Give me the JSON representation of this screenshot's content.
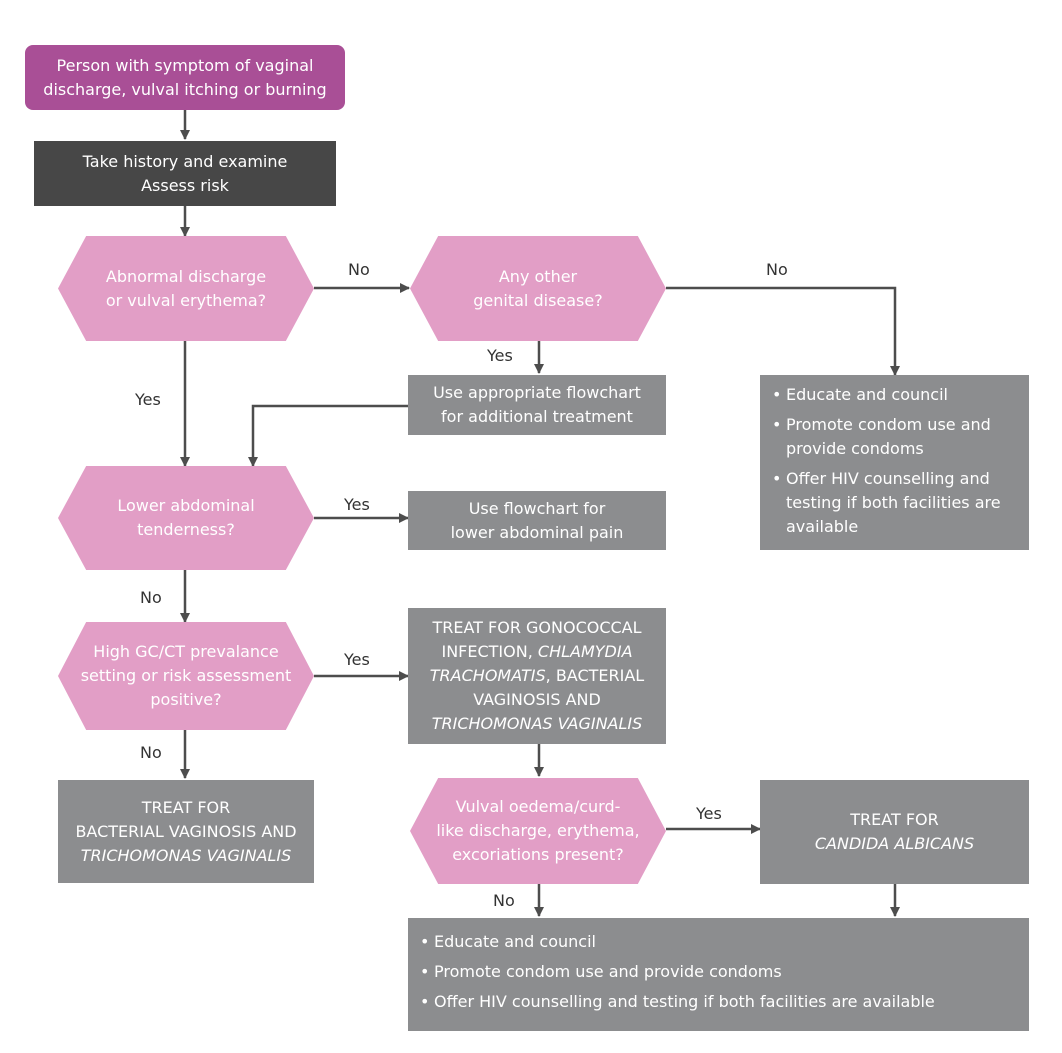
{
  "colors": {
    "start": "#a94f96",
    "dark": "#474747",
    "grey": "#8c8d8f",
    "decision": "#e29ec6",
    "arrow": "#4d4d4d"
  },
  "icons": {
    "arrowhead": "arrowhead-icon",
    "bullet": "bullet-icon"
  },
  "nodes": {
    "start": [
      "Person with symptom of vaginal",
      "discharge, vulval itching or burning"
    ],
    "history": [
      "Take history and examine",
      "Assess risk"
    ],
    "d_abnormal": [
      "Abnormal discharge",
      "or vulval erythema?"
    ],
    "d_other": [
      "Any other",
      "genital disease?"
    ],
    "use_appropriate": [
      "Use appropriate flowchart",
      "for additional treatment"
    ],
    "educate_right": [
      [
        "Educate and council"
      ],
      [
        "Promote condom use and",
        "provide condoms"
      ],
      [
        "Offer HIV counselling and",
        "testing if both facilities are",
        "available"
      ]
    ],
    "d_lower": [
      "Lower abdominal",
      "tenderness?"
    ],
    "use_lower": [
      "Use flowchart for",
      "lower abdominal pain"
    ],
    "d_high": [
      "High GC/CT prevalance",
      "setting or risk assessment",
      "positive?"
    ],
    "treat_gono": {
      "l1": "TREAT FOR GONOCOCCAL",
      "l2a": "INFECTION, ",
      "l2b": "CHLAMYDIA",
      "l3a": "TRACHOMATIS",
      "l3b": ", BACTERIAL",
      "l4": "VAGINOSIS AND",
      "l5": "TRICHOMONAS VAGINALIS"
    },
    "treat_bv": {
      "l1": "TREAT FOR",
      "l2": "BACTERIAL VAGINOSIS AND",
      "l3": "TRICHOMONAS VAGINALIS"
    },
    "d_vulval": [
      "Vulval oedema/curd-",
      "like discharge, erythema,",
      "excoriations present?"
    ],
    "treat_candida": {
      "l1": "TREAT FOR",
      "l2": "CANDIDA ALBICANS"
    },
    "educate_bottom": [
      "Educate and council",
      "Promote condom use and provide condoms",
      "Offer HIV counselling and testing if both facilities are available"
    ]
  },
  "labels": {
    "no1": "No",
    "no2": "No",
    "yes_other": "Yes",
    "yes_abnormal": "Yes",
    "yes_lower": "Yes",
    "no_lower": "No",
    "yes_high": "Yes",
    "no_high": "No",
    "yes_vulval": "Yes",
    "no_vulval": "No"
  },
  "bullet": "•"
}
